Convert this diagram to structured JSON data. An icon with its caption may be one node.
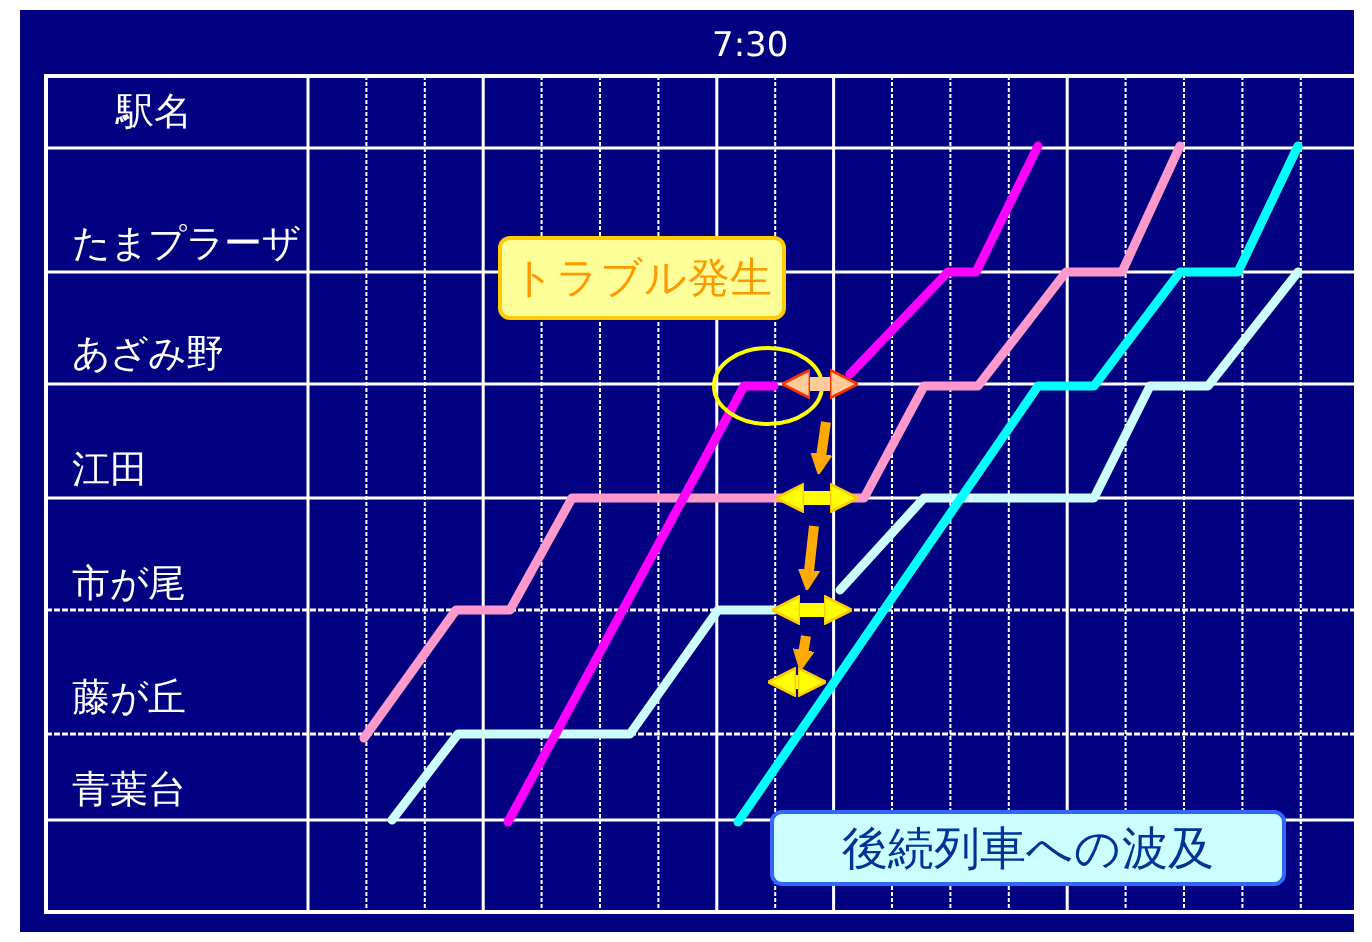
{
  "diagram": {
    "nodes": [
      {
        "text": [
          "トラブル発生"
        ]
      },
      {
        "text": [
          "後続列車への波及"
        ]
      }
    ],
    "labels": [
      "7:30",
      "駅名",
      "たまプラーザ",
      "あざみ野",
      "江田",
      "市が尾",
      "藤が丘",
      "青葉台"
    ]
  }
}
